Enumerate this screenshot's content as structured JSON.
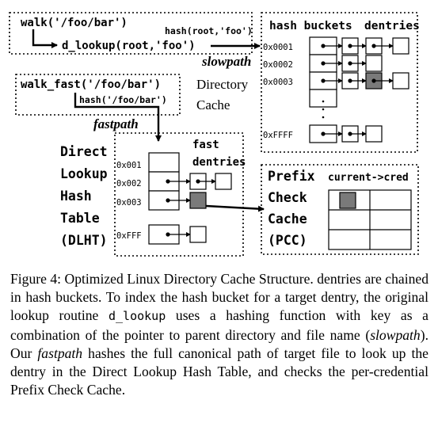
{
  "slow": {
    "walk": "walk('/foo/bar')",
    "hash_call": "hash(root,'foo')",
    "d_lookup": "d_lookup(root,'foo')",
    "label": "slowpath"
  },
  "fast": {
    "walk": "walk_fast('/foo/bar')",
    "hash_call": "hash('/foo/bar')",
    "label": "fastpath"
  },
  "dcache": {
    "label_line1": "Directory",
    "label_line2": "Cache"
  },
  "buckets": {
    "header_buckets": "hash buckets",
    "header_dentries": "dentries",
    "rows": [
      "0x0001",
      "0x0002",
      "0x0003",
      "0xFFFF"
    ]
  },
  "dlht": {
    "label_lines": [
      "Direct",
      "Lookup",
      "Hash",
      "Table",
      "(DLHT)"
    ],
    "header_line1": "fast",
    "header_line2": "dentries",
    "rows": [
      "0x001",
      "0x002",
      "0x003",
      "0xFFF"
    ]
  },
  "pcc": {
    "label_lines": [
      "Prefix",
      "Check",
      "Cache",
      "(PCC)"
    ],
    "header": "current->cred"
  },
  "caption": {
    "part1": "Figure 4: Optimized Linux Directory Cache Structure. dentries are chained in hash buckets. To index the hash bucket for a target dentry, the original lookup routine ",
    "code": "d_lookup",
    "part2": " uses a hashing function with key as a combination of the pointer to parent directory and file name (",
    "em1": "slowpath",
    "part3": "). Our ",
    "em2": "fastpath",
    "part4": " hashes the full canonical path of target file to look up the dentry in the Direct Lookup Hash Table, and checks the per-credential Prefix Check Cache."
  },
  "colors": {
    "highlight_fill": "#7a7a7a",
    "line": "#000000"
  }
}
